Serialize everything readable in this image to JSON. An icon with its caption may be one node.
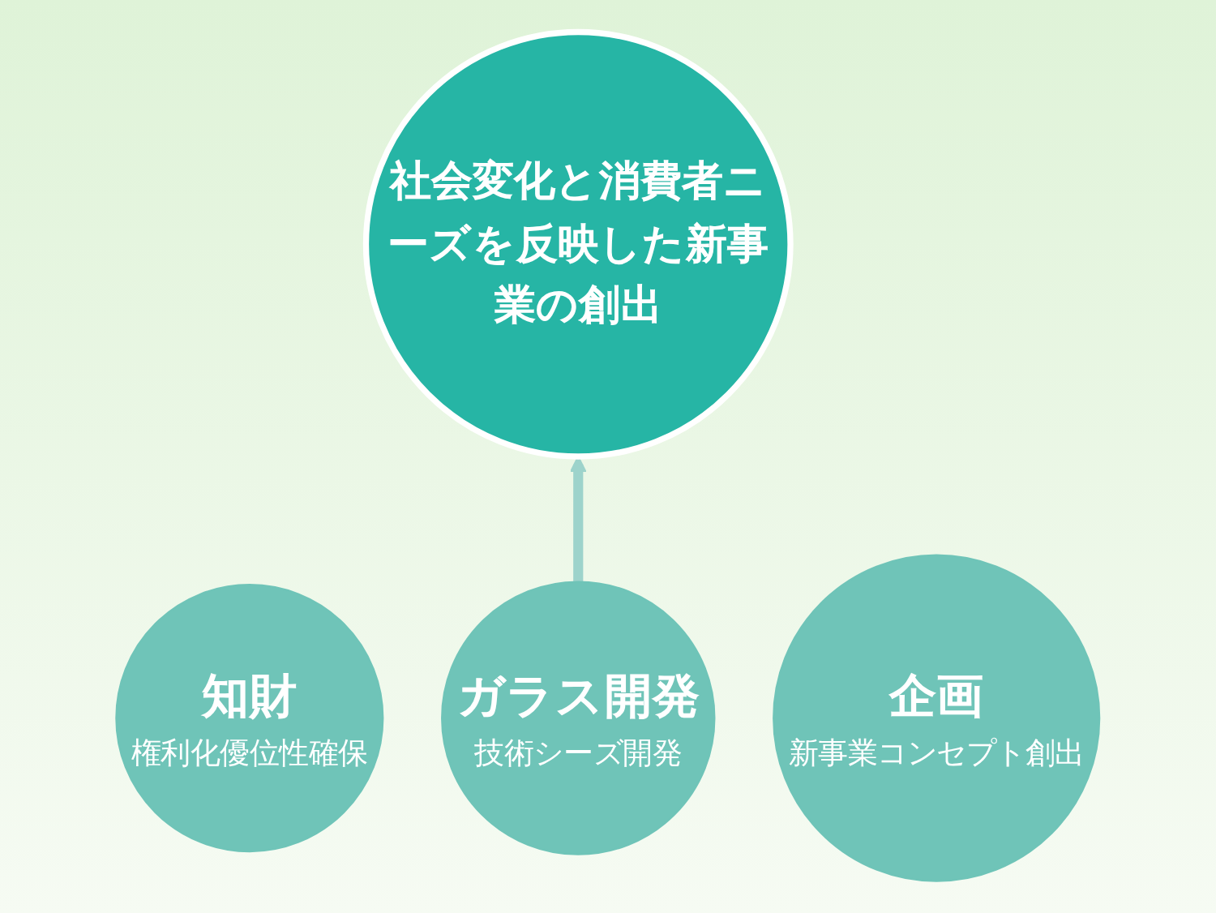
{
  "diagram": {
    "nodes": [
      {
        "text": [
          "社会変化と消費者ニーズを反映した新事業の創出"
        ]
      },
      {
        "text": [
          "知財",
          "権利化優位性確保"
        ]
      },
      {
        "text": [
          "ガラス開発",
          "技術シーズ開発"
        ]
      },
      {
        "text": [
          "企画",
          "新事業コンセプト創出"
        ]
      }
    ],
    "edges": [
      {
        "from": 2,
        "to": 0,
        "arrow": "to"
      }
    ]
  }
}
